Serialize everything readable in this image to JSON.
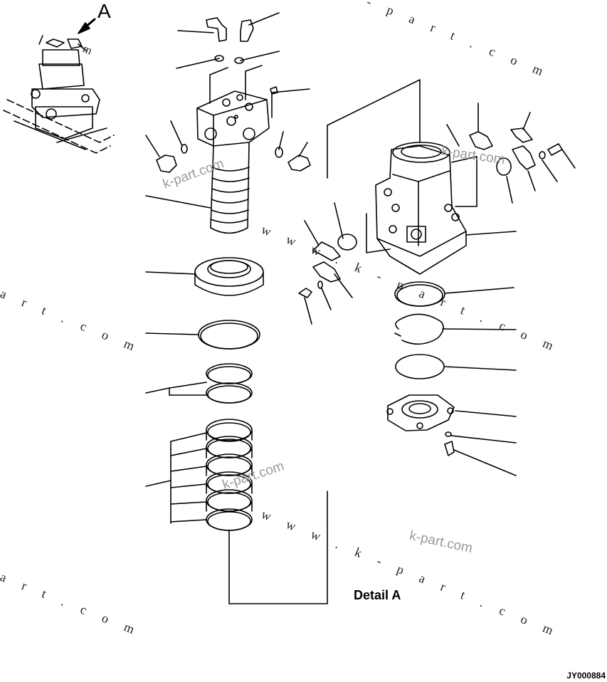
{
  "view_label": "A",
  "detail_label": "Detail A",
  "drawing_code": "JY000884",
  "watermarks": {
    "spaced_www": "w w w . k - p a r t . c o m",
    "spaced_art": "a r t . c o m",
    "spaced_part": "- p a r t . c o m",
    "kpart": "k-part.com"
  }
}
